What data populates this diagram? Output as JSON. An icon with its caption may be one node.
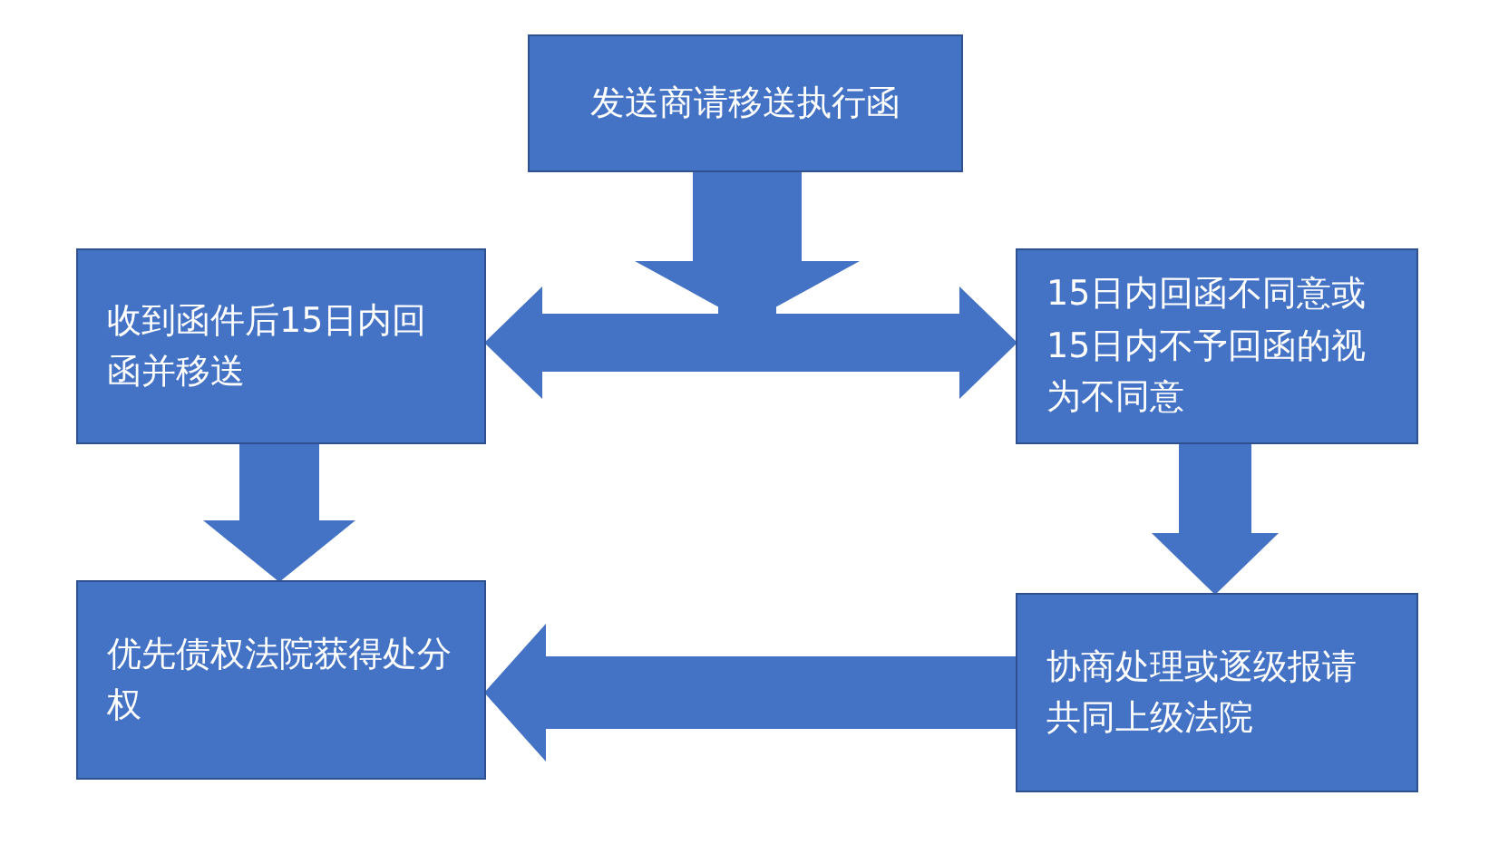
{
  "diagram": {
    "nodes": [
      {
        "text": [
          "发送商请移送执行函"
        ]
      },
      {
        "text": [
          "收到函件后15日内回函并移送"
        ]
      },
      {
        "text": [
          "15日内回函不同意或15日内不予回函的视为不同意"
        ]
      },
      {
        "text": [
          "优先债权法院获得处分权"
        ]
      },
      {
        "text": [
          "协商处理或逐级报请共同上级法院"
        ]
      }
    ],
    "edges": [
      {
        "from": 0,
        "to": 1,
        "arrow": "to"
      },
      {
        "from": 0,
        "to": 2,
        "arrow": "to"
      },
      {
        "from": 1,
        "to": 3,
        "arrow": "to"
      },
      {
        "from": 2,
        "to": 4,
        "arrow": "to"
      },
      {
        "from": 4,
        "to": 3,
        "arrow": "to"
      }
    ]
  }
}
